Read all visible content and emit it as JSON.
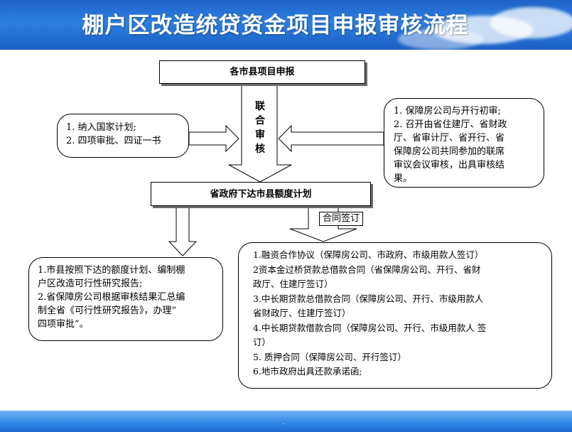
{
  "header": {
    "title": "棚户区改造统贷资金项目申报审核流程"
  },
  "diagram": {
    "top_box": "各市县项目申报",
    "center_arrow_text": [
      "联",
      "合",
      "审",
      "核"
    ],
    "left_box": [
      "1. 纳入国家计划;",
      "2. 四项审批、四证一书"
    ],
    "right_box": [
      "1. 保障房公司与开行初审;",
      "2. 召开由省住建厅、省财政",
      "厅、省审计厅、省开行、省",
      "保障房公司共同参加的联席",
      "审议会议审核，出具审核结",
      "果。"
    ],
    "middle_box": "省政府下达市县额度计划",
    "contract_label": "合同签订",
    "bottom_left_box": [
      "1.市县按照下达的额度计划、编制棚",
      "户区改造可行性研究报告;",
      "2.省保障房公司根据审核结果汇总编",
      "制全省《可行性研究报告》，办理“",
      "四项审批”。"
    ],
    "bottom_right_box": [
      "1.融资合作协议（保障房公司、市政府、市级用款人签订）",
      "2资本金过桥贷款总借款合同（省保障房公司、开行、省财",
      "政厅、住建厅签订）",
      "3.中长期贷款总借款合同（保障房公司、开行、市级用款人",
      "省财政厅、住建厅签订）",
      "4.中长期贷款借款合同（保障房公司、开行、市级用款人 签",
      "订）",
      "5. 质押合同（保障房公司、开行签订）",
      "6.地市政府出具还款承诺函;"
    ]
  }
}
